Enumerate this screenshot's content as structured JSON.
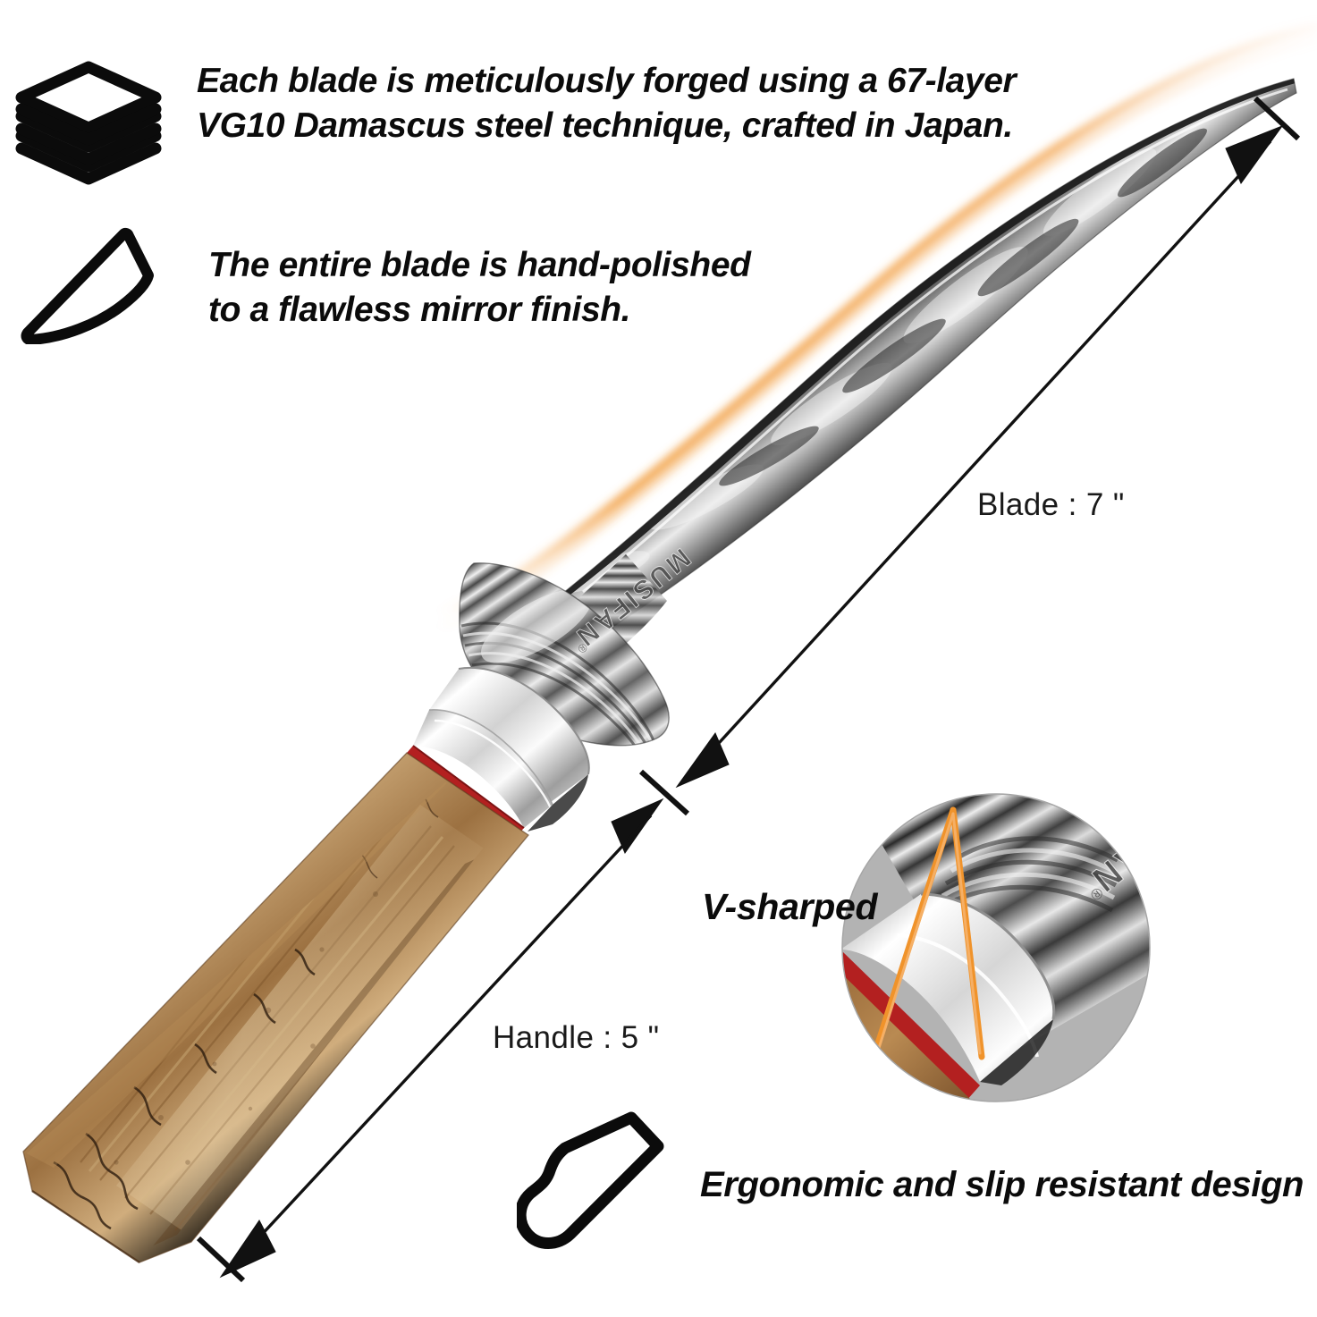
{
  "page": {
    "type": "product-infographic",
    "product": "MUSIFAN Damascus boning knife",
    "background_color": "#ffffff"
  },
  "features": [
    {
      "id": "layers",
      "icon": "layers-stack-icon",
      "text": "Each blade is meticulously forged using a 67-layer\nVG10 Damascus steel technique, crafted in Japan."
    },
    {
      "id": "polish",
      "icon": "knife-blade-outline-icon",
      "text": "The entire blade is hand-polished\nto a flawless mirror finish."
    },
    {
      "id": "ergonomic",
      "icon": "knife-handle-outline-icon",
      "text": "Ergonomic and slip resistant design"
    }
  ],
  "dimensions": {
    "blade": {
      "label": "Blade : 7 \"",
      "value": 7,
      "unit": "inch"
    },
    "handle": {
      "label": "Handle : 5 \"",
      "value": 5,
      "unit": "inch"
    }
  },
  "callout": {
    "label": "V-sharped",
    "inset": "circular-zoom-detail",
    "inset_background": "#b3b3b3"
  },
  "knife": {
    "brand_etching": "MUSIFAN",
    "registered_mark": "®",
    "colors": {
      "blade_dark": "#3a3a3a",
      "blade_light": "#e8e8e8",
      "bolster": "#dedede",
      "wood_light": "#c9a675",
      "wood_mid": "#9b7042",
      "wood_dark": "#6b4626",
      "red_spacer": "#b32020",
      "glow_orange": "#f0932b",
      "edge_black": "#1b1b1b"
    }
  }
}
